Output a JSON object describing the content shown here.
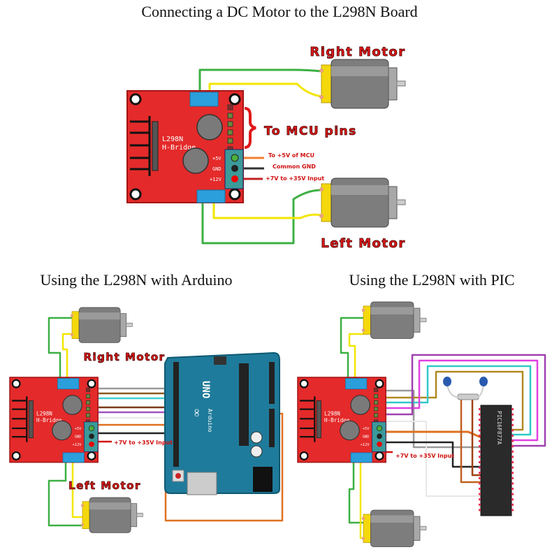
{
  "titles": {
    "top": "Connecting a DC Motor to the L298N Board",
    "arduino": "Using the L298N with Arduino",
    "pic": "Using the L298N with PIC"
  },
  "labels": {
    "right_motor": "Right Motor",
    "left_motor": "Left Motor",
    "to_mcu_pins": "To MCU pins",
    "to_5v": "To +5V of MCU",
    "common_gnd": "Common GND",
    "input_voltage": "+7V to +35V Input"
  },
  "board": {
    "name_line1": "L298N",
    "name_line2": "H-Bridge",
    "pin_5v": "+5V",
    "pin_gnd": "GND",
    "pin_12v": "+12V"
  },
  "arduino": {
    "model": "UNO",
    "brand": "Arduino"
  },
  "pic": {
    "chip": "PIC16F877A"
  },
  "colors": {
    "board_red": "#e42a2a",
    "terminal_blue": "#2b9fdc",
    "arduino_teal": "#1f7b9b",
    "motor_yellow": "#f4d80c",
    "label_red": "#e01818"
  }
}
